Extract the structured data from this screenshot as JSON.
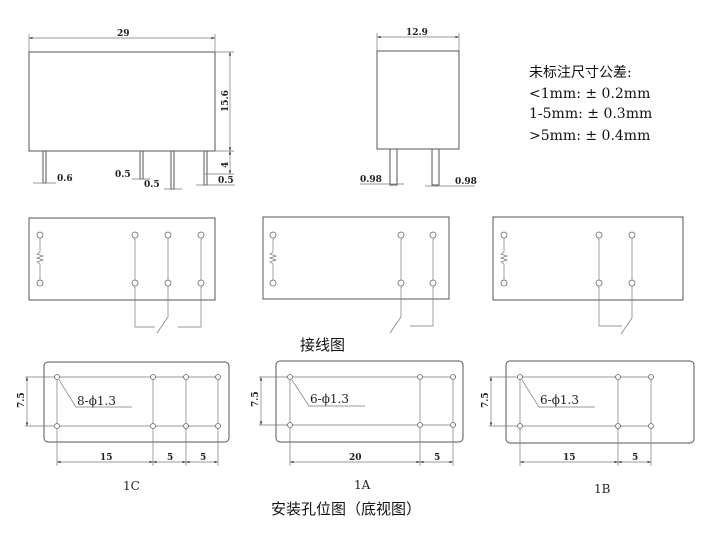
{
  "front_view": {
    "width": "29",
    "height": "15.6",
    "pin_length": "4",
    "pin1_width": "0.6",
    "pin2_width": "0.5",
    "pin3_width": "0.5",
    "pin4_width": "0.5"
  },
  "side_view": {
    "width": "12.9",
    "pin_left": "0.98",
    "pin_right": "0.98"
  },
  "tolerance": {
    "title": "未标注尺寸公差:",
    "lines": [
      "<1mm: ± 0.2mm",
      "1-5mm: ± 0.3mm",
      ">5mm: ± 0.4mm"
    ]
  },
  "wiring": {
    "title": "接线图"
  },
  "mounting": {
    "title": "安装孔位图（底视图）",
    "layouts": [
      {
        "name": "1C",
        "holes": "8-ϕ1.3",
        "row_spacing": "7.5",
        "spacings": [
          "15",
          "5",
          "5"
        ]
      },
      {
        "name": "1A",
        "holes": "6-ϕ1.3",
        "row_spacing": "7.5",
        "spacings": [
          "20",
          "5"
        ]
      },
      {
        "name": "1B",
        "holes": "6-ϕ1.3",
        "row_spacing": "7.5",
        "spacings": [
          "15",
          "5"
        ]
      }
    ]
  }
}
